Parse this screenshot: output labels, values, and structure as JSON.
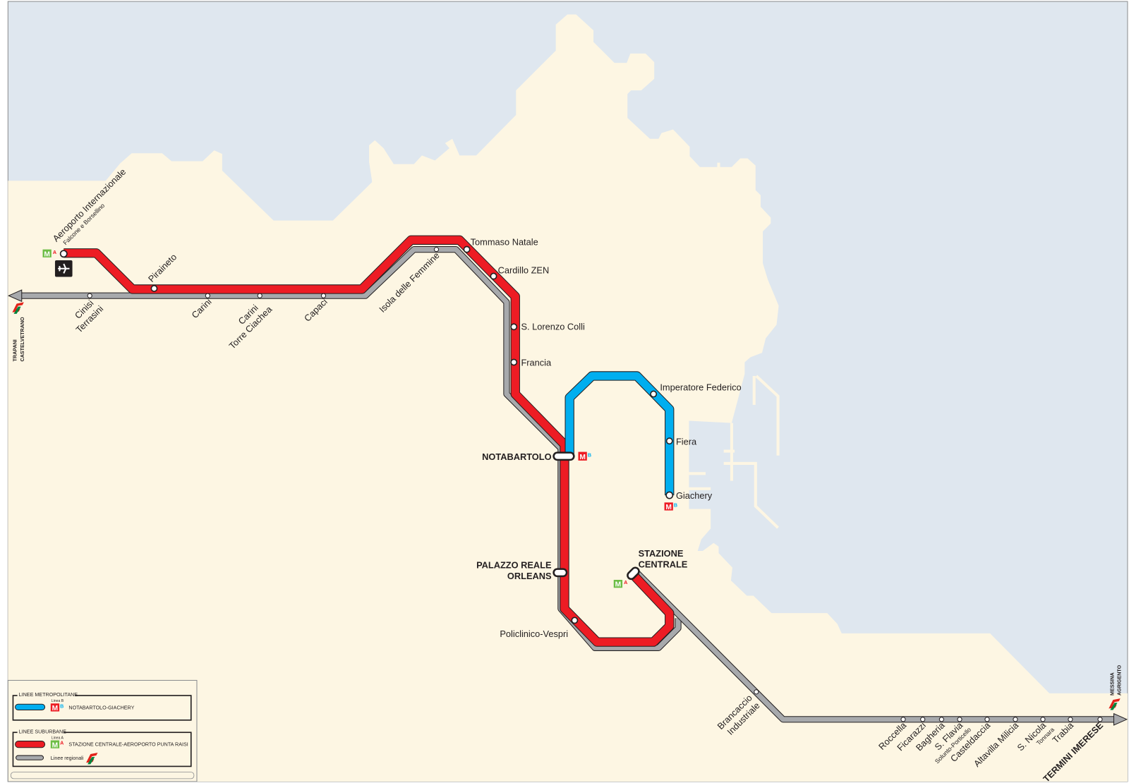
{
  "colors": {
    "sea": "#dfe7ef",
    "land": "#fdf6e3",
    "line_a": "#ed1c24",
    "line_b": "#00aeef",
    "regional": "#a7a9ac",
    "metro_green": "#6cbd45",
    "metro_red": "#ed1c24"
  },
  "line_a": {
    "stations": {
      "airport": {
        "name": "Aeroporto Internazionale",
        "sub": "Falcone e Borsellino"
      },
      "piraineto": "Piraineto",
      "tommaso_natale": "Tommaso Natale",
      "cardillo": "Cardillo ZEN",
      "lorenzo": "S. Lorenzo Colli",
      "francia": "Francia",
      "notabartolo": "NOTABARTOLO",
      "palazzo": [
        "PALAZZO REALE",
        "ORLEANS"
      ],
      "policlinico": "Policlinico-Vespri",
      "centrale": [
        "STAZIONE",
        "CENTRALE"
      ]
    }
  },
  "line_b": {
    "stations": {
      "imperatore": "Imperatore Federico",
      "fiera": "Fiera",
      "giachery": "Giachery"
    }
  },
  "regional": {
    "west": [
      "Cinisi",
      "Terrasini",
      "Carini",
      "Carini",
      "Torre Ciachea",
      "Capaci",
      "Isola delle Femmine"
    ],
    "east": {
      "brancaccio": [
        "Brancaccio",
        "Industriale"
      ],
      "roccella": "Roccella",
      "ficarazzi": "Ficarazzi",
      "bagheria": "Bagheria",
      "flavia": "S. Flavia",
      "flavia_sub": "Solunto-Porticello",
      "casteldaccia": "Casteldaccia",
      "altavilla": "Altavilla Milicia",
      "nicola": "S. Nicola",
      "nicola_sub": "Tonnara",
      "trabia": "Trabia",
      "termini": "TERMINI IMERESE"
    },
    "west_destination": [
      "TRAPANI",
      "CASTELVETRANO"
    ],
    "east_destination": [
      "MESSINA",
      "AGRIGENTO"
    ]
  },
  "metro_logo": {
    "m": "M",
    "a": "A",
    "b": "B"
  },
  "legend": {
    "metro_title": "LINEE METROPOLITANE",
    "metro_line_caption": "Linea B",
    "metro_line_name": "NOTABARTOLO-GIACHERY",
    "suburban_title": "LINEE SUBURBANE",
    "suburban_line_caption": "Linea A",
    "suburban_line_name": "STAZIONE CENTRALE-AEROPORTO PUNTA RAISI",
    "regional_label": "Linee regionali"
  },
  "icons": [
    "airplane-icon",
    "trenitalia-logo-icon",
    "metro-logo-icon"
  ]
}
